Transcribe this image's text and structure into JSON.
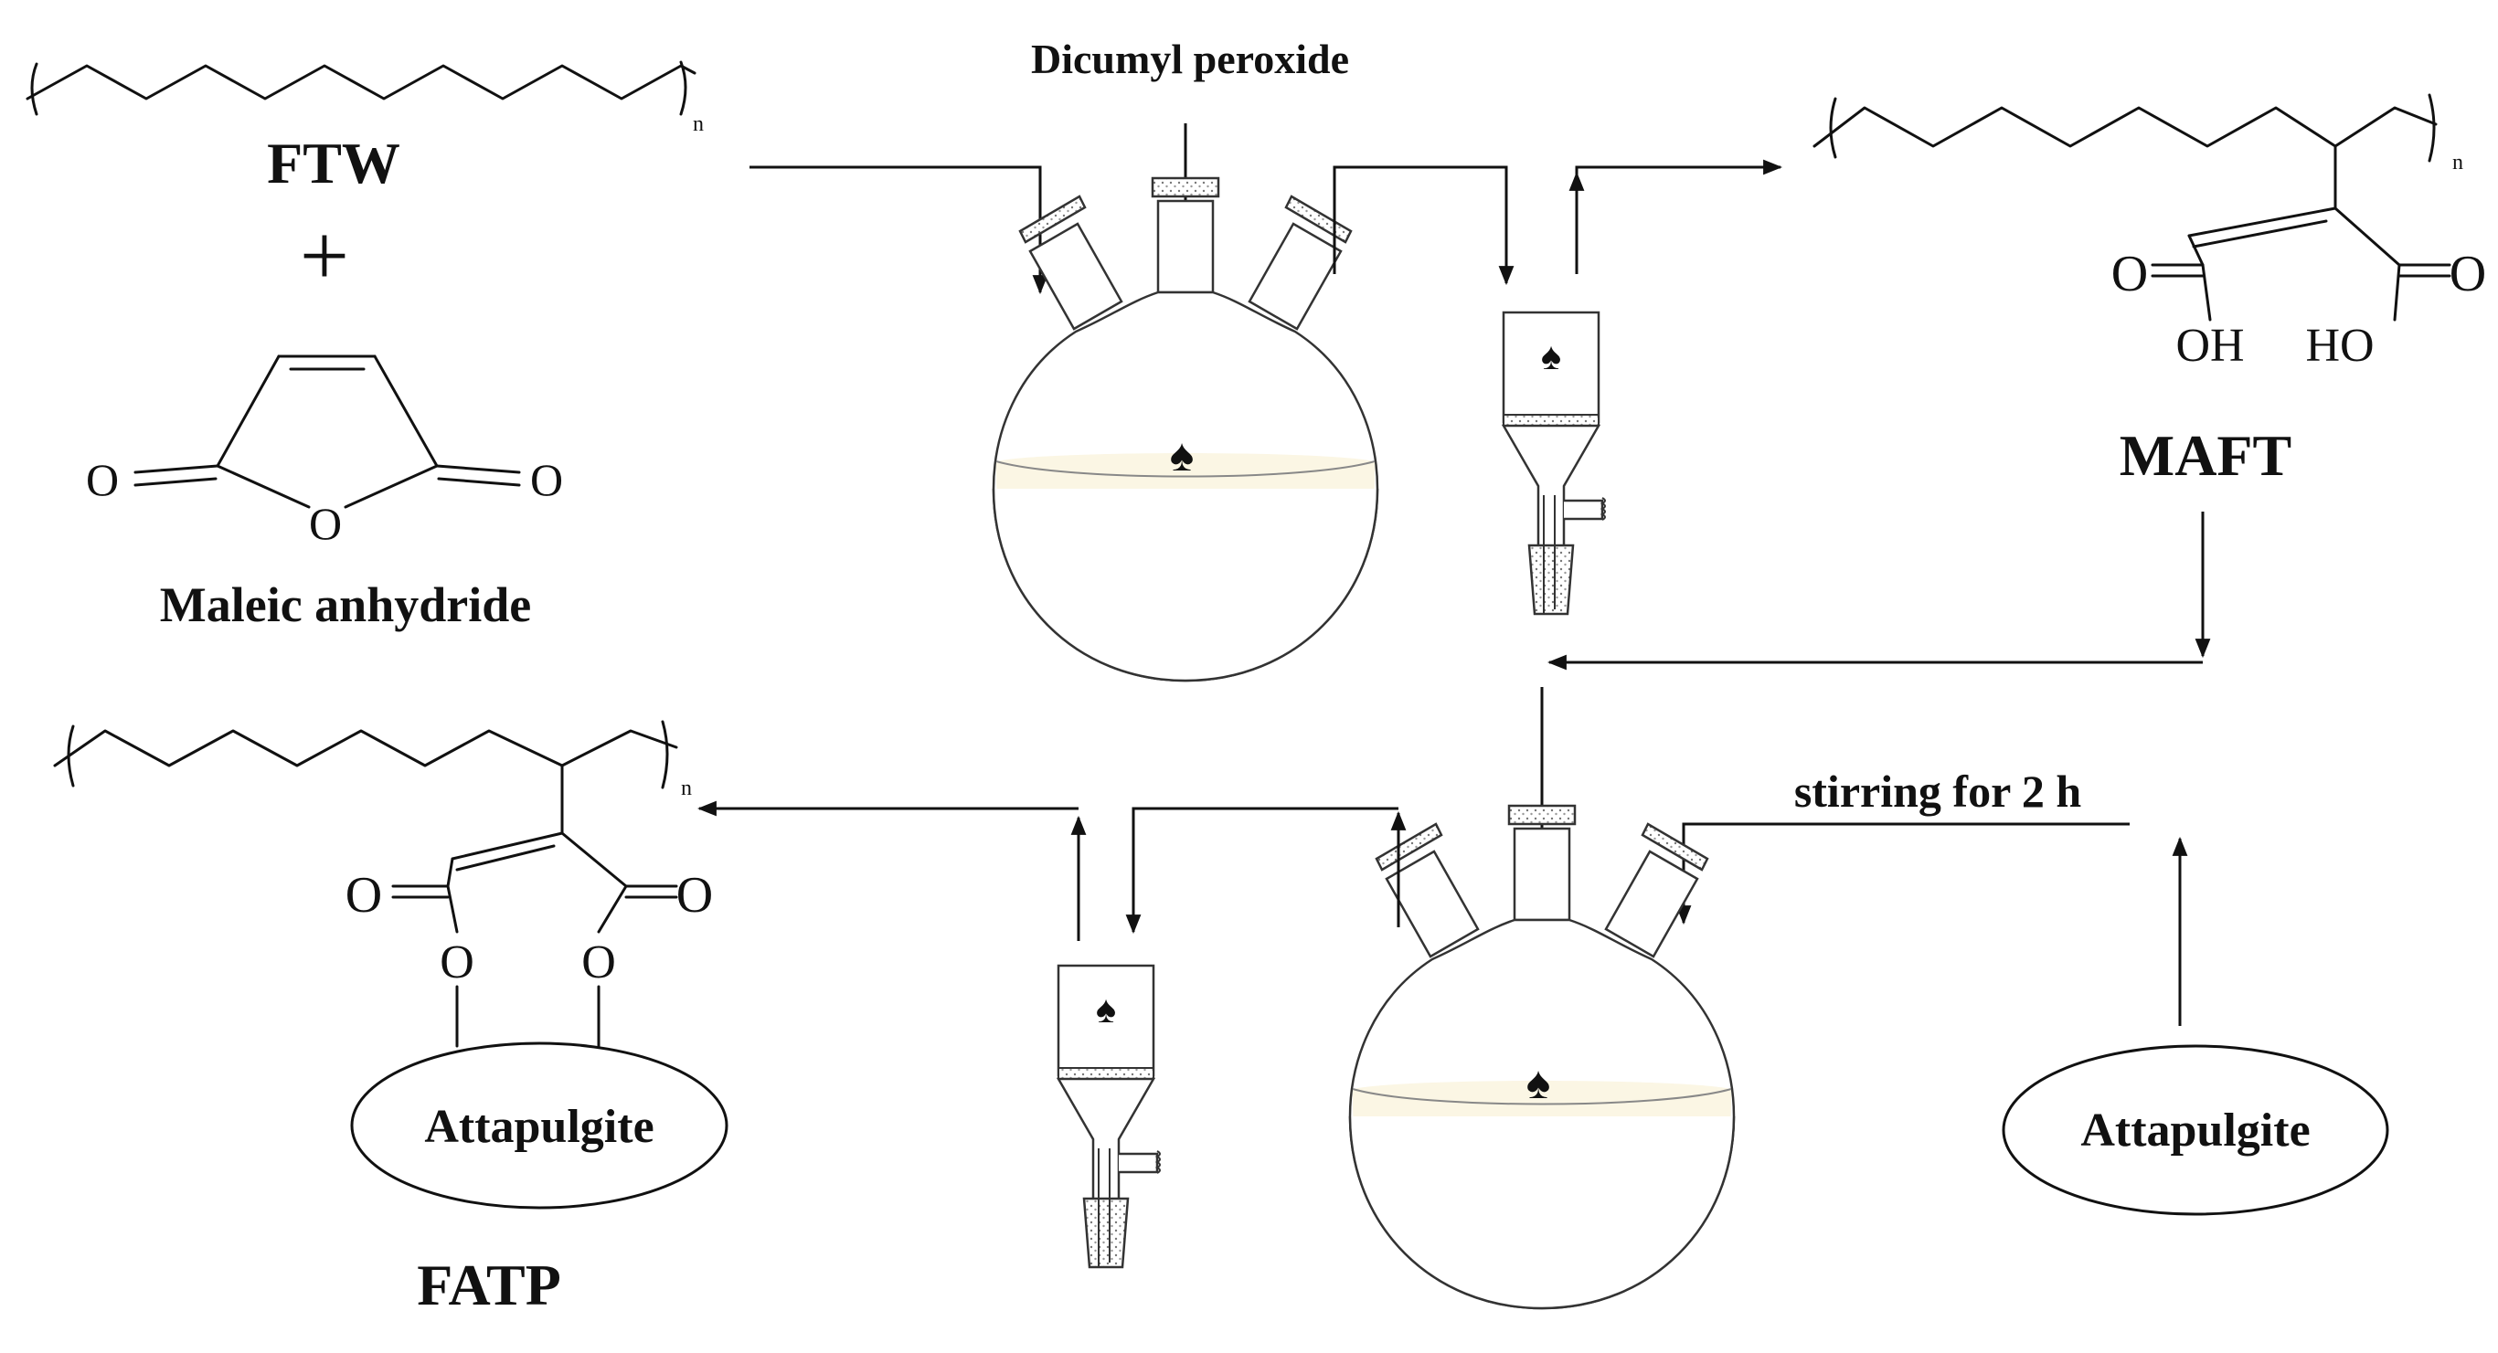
{
  "reagents": {
    "polymer_name": "FTW",
    "plus_sign": "+",
    "anhydride_name": "Maleic anhydride",
    "anhydride_o_left": "O",
    "anhydride_o_ring": "O",
    "anhydride_o_right": "O",
    "initiator": "Dicumyl peroxide",
    "repeat_subscript": "n"
  },
  "intermediate": {
    "name": "MAFT",
    "o_left": "O",
    "o_right": "O",
    "oh_label": "OH",
    "ho_label": "HO",
    "repeat_subscript": "n"
  },
  "second_step": {
    "condition": "stirring for 2 h",
    "clay_input": "Attapulgite"
  },
  "product": {
    "name": "FATP",
    "o_left": "O",
    "o_right": "O",
    "ester_o_left": "O",
    "ester_o_right": "O",
    "clay": "Attapulgite",
    "repeat_subscript": "n"
  },
  "apparatus_marks": {
    "flask_symbol": "♠",
    "funnel_symbol": "♠"
  },
  "colors": {
    "line": "#111111",
    "liquid": "#fbf6e4",
    "background": "#ffffff"
  }
}
